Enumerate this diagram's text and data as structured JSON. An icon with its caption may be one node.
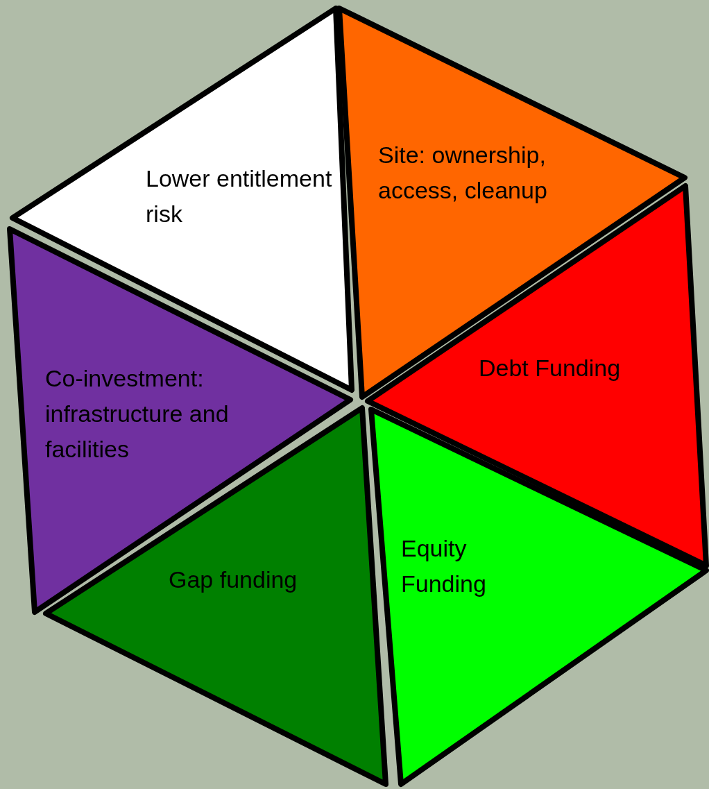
{
  "diagram": {
    "nodes": [
      {
        "text": [
          "Lower entitlement risk"
        ]
      },
      {
        "text": [
          "Site: ownership, access, cleanup"
        ]
      },
      {
        "text": [
          "Debt Funding"
        ]
      },
      {
        "text": [
          "Co-investment: infrastructure and facilities"
        ]
      },
      {
        "text": [
          "Equity Funding"
        ]
      },
      {
        "text": [
          "Gap funding"
        ]
      }
    ]
  }
}
